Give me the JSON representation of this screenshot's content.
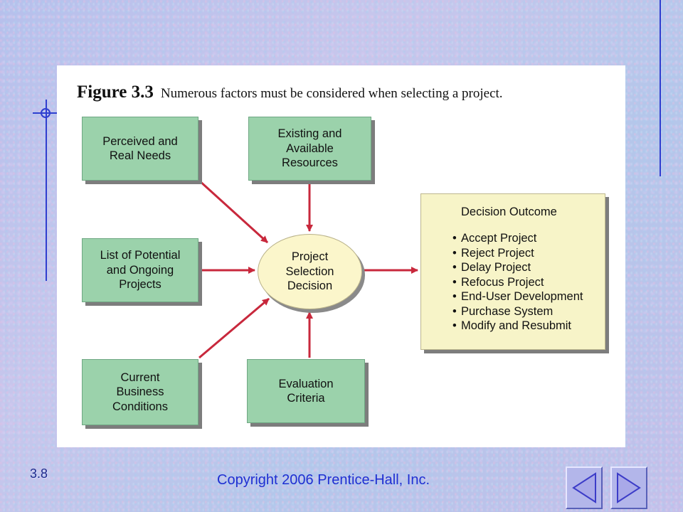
{
  "figure": {
    "label": "Figure 3.3",
    "caption": "Numerous factors must be considered when selecting a project."
  },
  "factors": [
    "Perceived and\nReal Needs",
    "Existing and\nAvailable\nResources",
    "List of Potential\nand Ongoing\nProjects",
    "Current\nBusiness\nConditions",
    "Evaluation\nCriteria"
  ],
  "decision": "Project\nSelection\nDecision",
  "outcome": {
    "title": "Decision Outcome",
    "items": [
      "Accept Project",
      "Reject Project",
      "Delay Project",
      "Refocus Project",
      "End-User Development",
      "Purchase System",
      "Modify and Resubmit"
    ]
  },
  "footer": {
    "slide_number": "3.8",
    "copyright": "Copyright 2006 Prentice-Hall, Inc."
  },
  "nav": {
    "prev_icon": "triangle-left-icon",
    "next_icon": "triangle-right-icon"
  },
  "colors": {
    "factor_fill": "#9bd2ab",
    "decision_fill": "#fbf6cb",
    "outcome_fill": "#f7f4c8",
    "arrow": "#c8283c",
    "accent_line": "#2f3fd0"
  }
}
